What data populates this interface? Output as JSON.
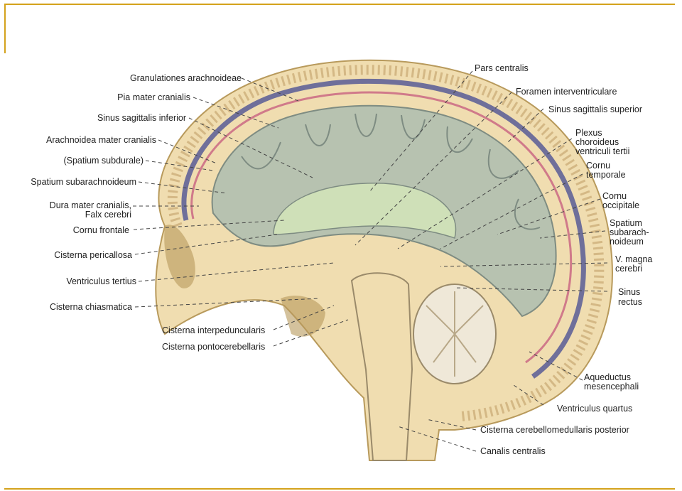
{
  "labels_left": [
    {
      "id": "granulationes",
      "text": "Granulationes arachnoideae"
    },
    {
      "id": "pia",
      "text": "Pia mater cranialis"
    },
    {
      "id": "sinus-inf",
      "text": "Sinus sagittalis inferior"
    },
    {
      "id": "arachnoidea",
      "text": "Arachnoidea mater cranialis"
    },
    {
      "id": "spatium-subdurale",
      "text": "(Spatium subdurale)"
    },
    {
      "id": "spatium-subarach",
      "text": "Spatium subarachnoideum"
    },
    {
      "id": "dura1",
      "text": "Dura mater cranialis,"
    },
    {
      "id": "dura2",
      "text": "Falx cerebri"
    },
    {
      "id": "cornu-frontale",
      "text": "Cornu frontale"
    },
    {
      "id": "cisterna-pericallosa",
      "text": "Cisterna pericallosa"
    },
    {
      "id": "ventriculus-tertius",
      "text": "Ventriculus tertius"
    },
    {
      "id": "cisterna-chiasmatica",
      "text": "Cisterna chiasmatica"
    },
    {
      "id": "cisterna-interped",
      "text": "Cisterna interpeduncularis"
    },
    {
      "id": "cisterna-pontocer",
      "text": "Cisterna pontocerebellaris"
    }
  ],
  "labels_right": [
    {
      "id": "pars-centralis",
      "text": "Pars centralis"
    },
    {
      "id": "foramen",
      "text": "Foramen interventriculare"
    },
    {
      "id": "sinus-sup",
      "text": "Sinus sagittalis superior"
    },
    {
      "id": "plexus1",
      "text": "Plexus"
    },
    {
      "id": "plexus2",
      "text": "choroideus"
    },
    {
      "id": "plexus3",
      "text": "ventriculi tertii"
    },
    {
      "id": "cornu-temp1",
      "text": "Cornu"
    },
    {
      "id": "cornu-temp2",
      "text": "temporale"
    },
    {
      "id": "cornu-occ1",
      "text": "Cornu"
    },
    {
      "id": "cornu-occ2",
      "text": "occipitale"
    },
    {
      "id": "spatium-r1",
      "text": "Spatium"
    },
    {
      "id": "spatium-r2",
      "text": "subarach-"
    },
    {
      "id": "spatium-r3",
      "text": "noideum"
    },
    {
      "id": "v-magna1",
      "text": "V. magna"
    },
    {
      "id": "v-magna2",
      "text": "cerebri"
    },
    {
      "id": "sinus-rectus1",
      "text": "Sinus"
    },
    {
      "id": "sinus-rectus2",
      "text": "rectus"
    },
    {
      "id": "aqueductus1",
      "text": "Aqueductus"
    },
    {
      "id": "aqueductus2",
      "text": "mesencephali"
    },
    {
      "id": "ventriculus-quartus",
      "text": "Ventriculus quartus"
    },
    {
      "id": "cisterna-cerebellomed",
      "text": "Cisterna cerebellomedullaris posterior"
    },
    {
      "id": "canalis-centralis",
      "text": "Canalis centralis"
    }
  ],
  "colors": {
    "frame": "#d4a21c",
    "bone": "#f0ddb0",
    "bone_dark": "#b89a5c",
    "dura": "#e8c9a0",
    "sinus": "#6f6f9a",
    "pia": "#d07a8a",
    "brain": "#b7c2b0",
    "brain_dark": "#7e8c82",
    "ventricle": "#cfe0b8",
    "csf": "#eadcc4"
  }
}
